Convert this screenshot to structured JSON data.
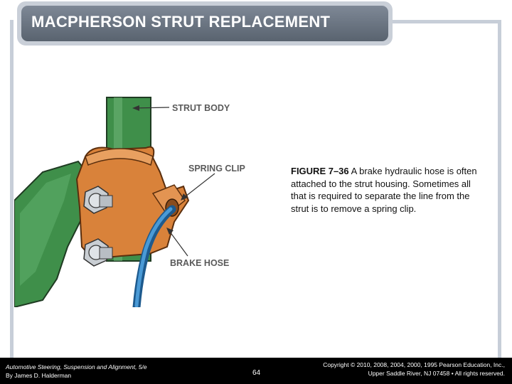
{
  "slide": {
    "title": "MACPHERSON STRUT REPLACEMENT"
  },
  "figure": {
    "labels": {
      "strut_body": "STRUT BODY",
      "spring_clip": "SPRING CLIP",
      "brake_hose": "BRAKE HOSE"
    }
  },
  "caption": {
    "figure_number": "FIGURE 7–36",
    "text": "A brake hydraulic hose is often attached to the strut housing. Sometimes all that is required to separate the line from the strut is to remove a spring clip."
  },
  "footer": {
    "book_title": "Automotive Steering, Suspension and Alignment, 5/e",
    "author": "By James D. Halderman",
    "page_number": "64",
    "copyright": "Copyright © 2010, 2008, 2004, 2000, 1995 Pearson Education, Inc.,",
    "publisher": "Upper Saddle River, NJ 07458 • All rights reserved."
  },
  "colors": {
    "strut_green": "#3f8f4a",
    "bracket_orange": "#d9823a",
    "hose_blue": "#2a78b8",
    "title_bar": "#6b7582"
  }
}
